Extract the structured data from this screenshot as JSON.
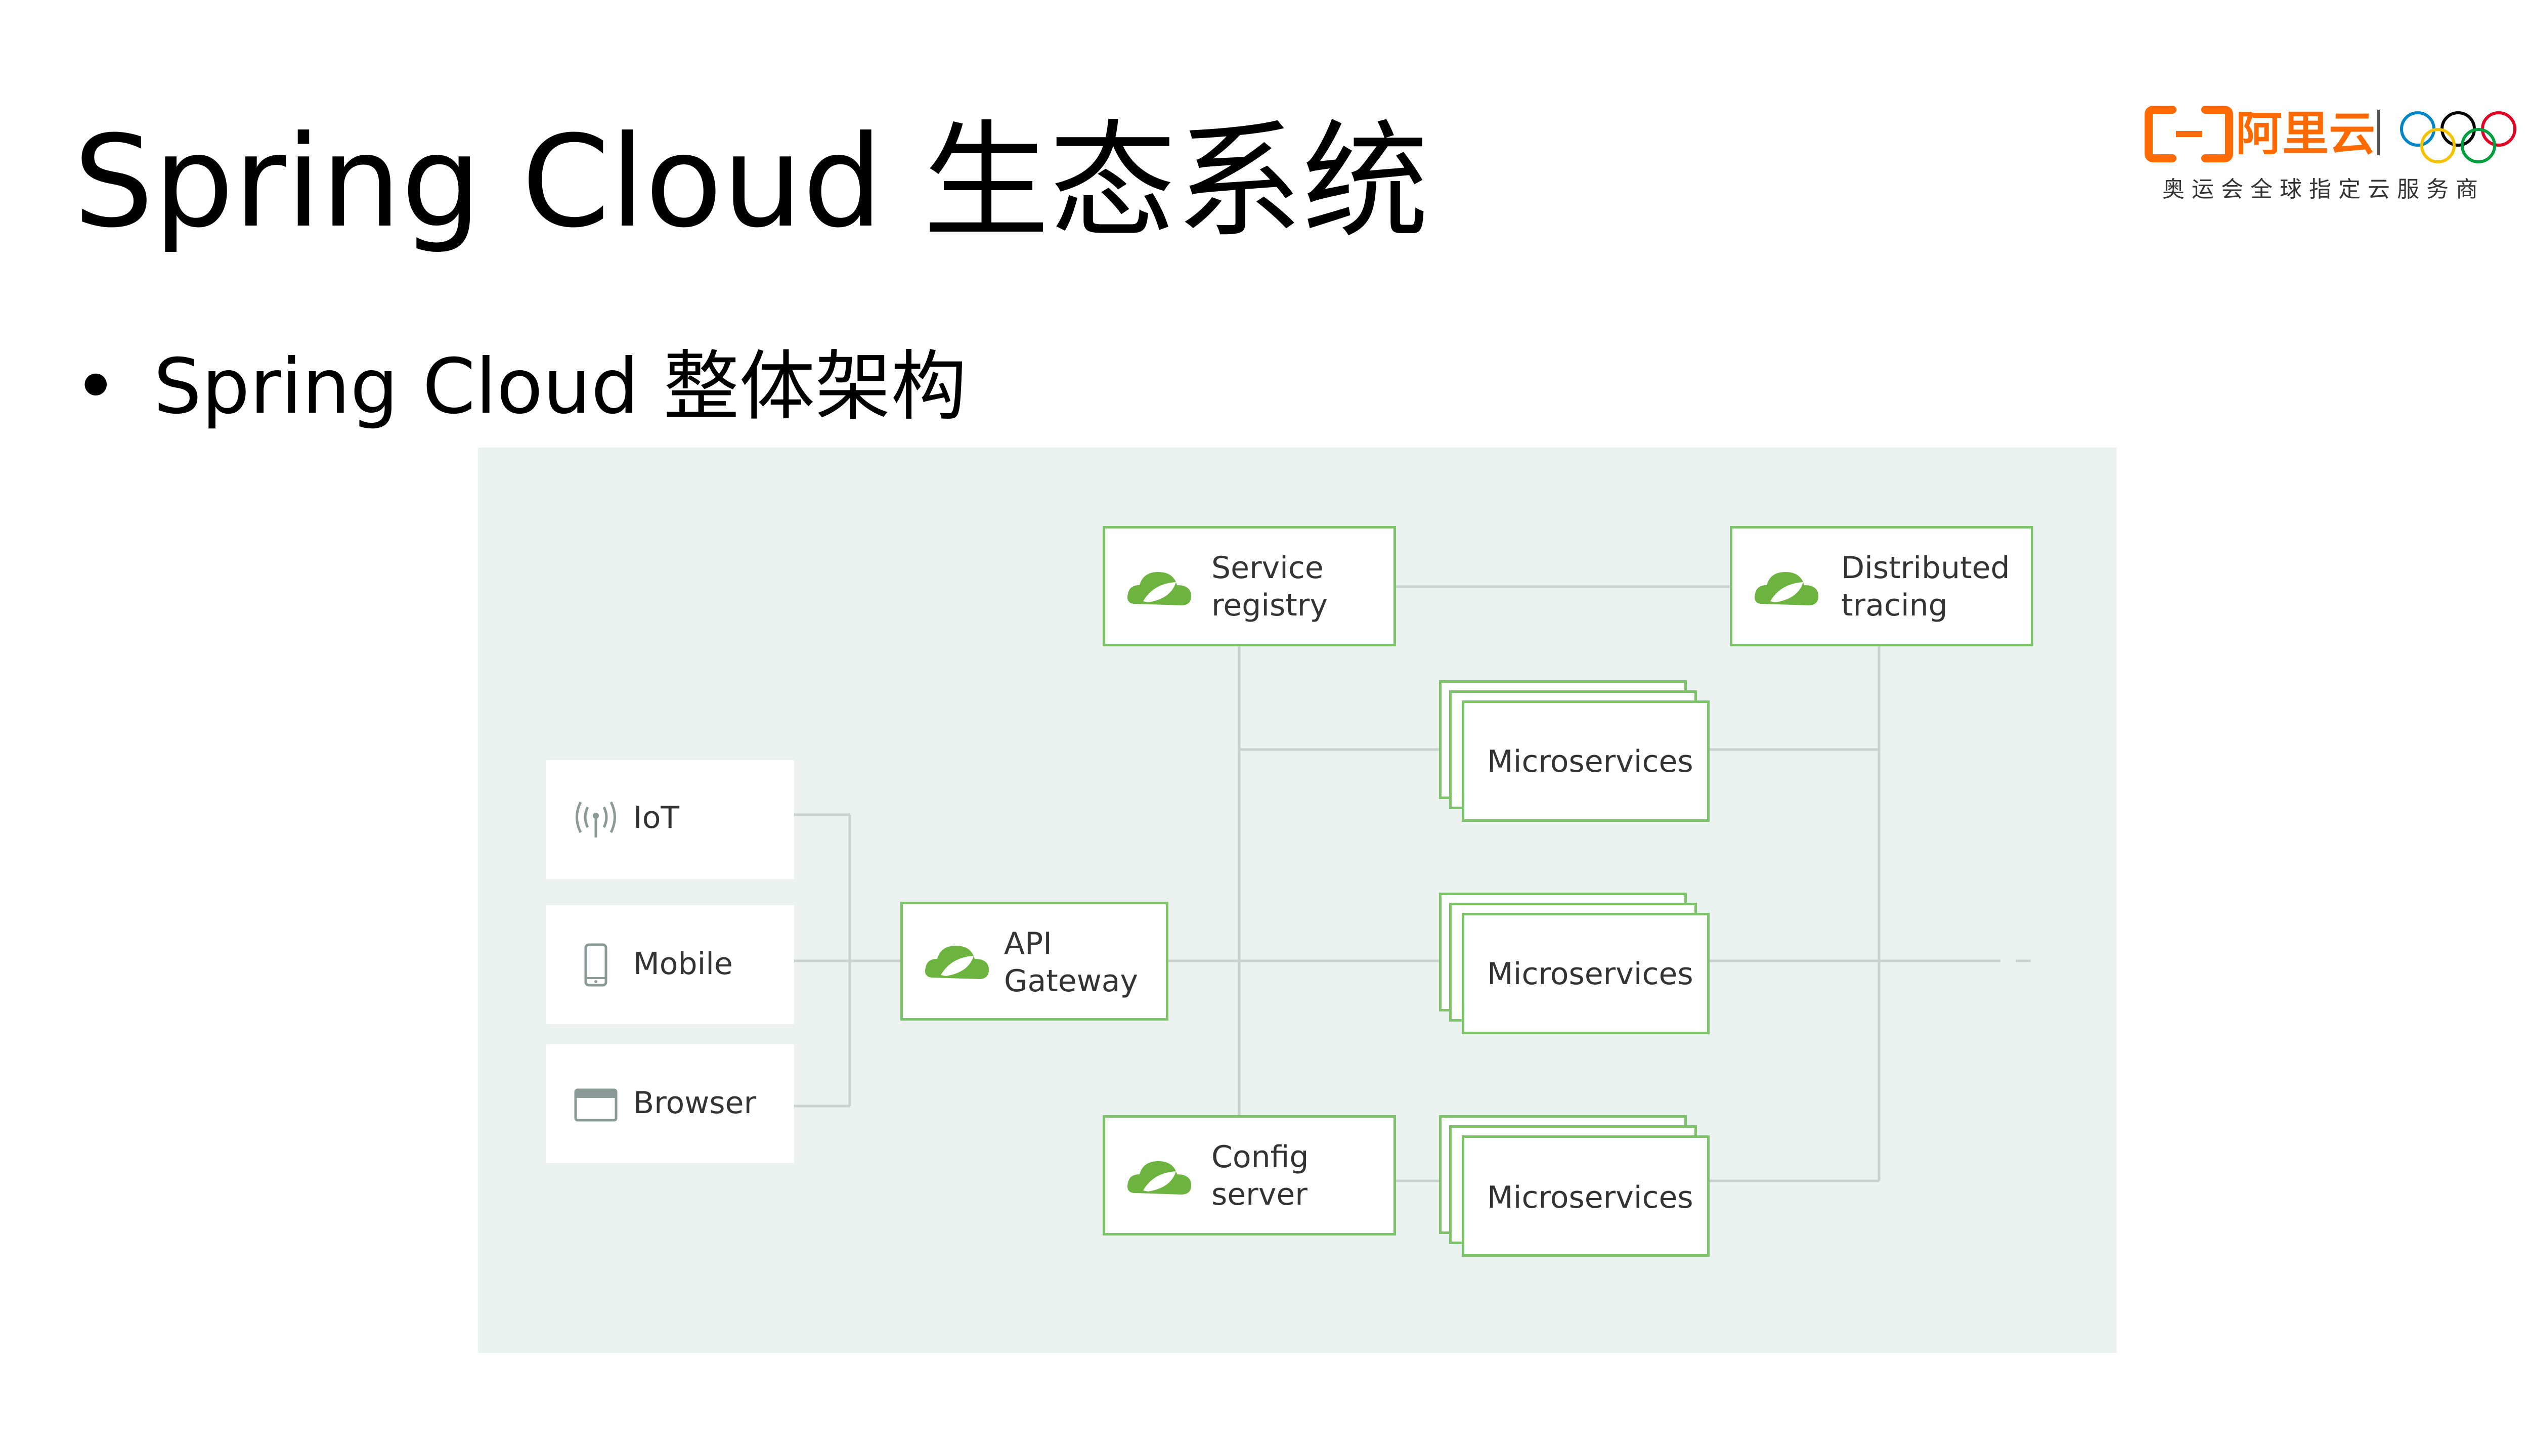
{
  "title": "Spring Cloud 生态系统",
  "logo": {
    "brand_text": "阿里云",
    "tagline": "奥运会全球指定云服务商"
  },
  "bullet": {
    "text": "Spring Cloud 整体架构"
  },
  "diagram": {
    "clients": [
      {
        "label": "IoT",
        "icon": "antenna-icon"
      },
      {
        "label": "Mobile",
        "icon": "phone-icon"
      },
      {
        "label": "Browser",
        "icon": "browser-window-icon"
      }
    ],
    "gateway": {
      "line1": "API",
      "line2": "Gateway",
      "icon": "spring-leaf-icon"
    },
    "service_registry": {
      "line1": "Service",
      "line2": "registry",
      "icon": "spring-leaf-icon"
    },
    "config_server": {
      "line1": "Config",
      "line2": "server",
      "icon": "spring-leaf-icon"
    },
    "distributed_tracing": {
      "line1": "Distributed",
      "line2": "tracing",
      "icon": "spring-leaf-icon"
    },
    "microservices": [
      {
        "label": "Microservices"
      },
      {
        "label": "Microservices"
      },
      {
        "label": "Microservices"
      }
    ],
    "colors": {
      "panel_bg": "#ebf2f0",
      "accent_green": "#7dc36a",
      "line_gray": "#c8d2cf",
      "brand_orange": "#ff6a00"
    }
  }
}
